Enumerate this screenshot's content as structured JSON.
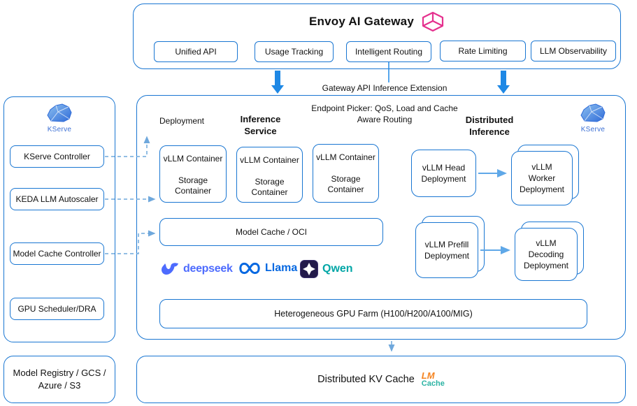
{
  "colors": {
    "primary_blue": "#1976D2",
    "arrow_blue": "#1E88E5",
    "dashed_blue": "#6FA8DC",
    "envoy_pink": "#E5318E",
    "deepseek_blue": "#4D6BFE",
    "meta_blue": "#0668E1",
    "qwen_teal": "#00A6A6",
    "lm_orange": "#F5831F",
    "lm_teal": "#2BB3A3",
    "kserve_blue": "#3B6FD4"
  },
  "gateway": {
    "title": "Envoy AI Gateway",
    "features": [
      "Unified API",
      "Usage Tracking",
      "Intelligent Routing",
      "Rate Limiting",
      "LLM Observability"
    ]
  },
  "extension_label": "Gateway API Inference Extension",
  "main": {
    "endpoint_picker": "Endpoint Picker: QoS, Load and Cache Aware Routing",
    "deployment_label": "Deployment",
    "inference_service_label": "Inference Service",
    "distributed_inference_label": "Distributed Inference",
    "containers": [
      {
        "title": "vLLM Container",
        "subtitle": "Storage Container"
      },
      {
        "title": "vLLM Container",
        "subtitle": "Storage Container"
      },
      {
        "title": "vLLM Container",
        "subtitle": "Storage Container"
      }
    ],
    "model_cache": "Model Cache / OCI",
    "gpu_farm": "Heterogeneous GPU Farm (H100/H200/A100/MIG)",
    "head_deployment": "vLLM Head Deployment",
    "worker_deployment": "vLLM Worker Deployment",
    "prefill_deployment": "vLLM Prefill Deployment",
    "decoding_deployment": "vLLM Decoding Deployment",
    "logos": {
      "deepseek": "deepseek",
      "llama": "Llama",
      "qwen": "Qwen"
    }
  },
  "kserve": {
    "label": "KServe"
  },
  "sidebar": {
    "items": [
      "KServe Controller",
      "KEDA LLM Autoscaler",
      "Model Cache Controller",
      "GPU Scheduler/DRA"
    ]
  },
  "bottom": {
    "registry": "Model Registry / GCS / Azure / S3",
    "kv_cache": "Distributed KV Cache",
    "lm_cache_line1": "LM",
    "lm_cache_line2": "Cache"
  }
}
